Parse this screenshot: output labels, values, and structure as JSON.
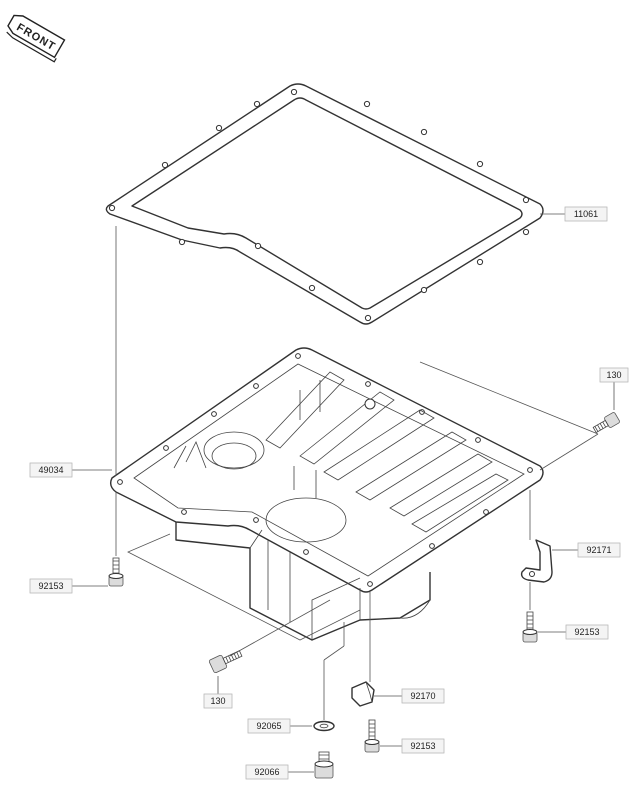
{
  "front_badge": "FRONT",
  "callouts": {
    "gasket": "11061",
    "oil_pan": "49034",
    "bolt_left": "92153",
    "bolt_130_right": "130",
    "bracket": "92171",
    "bolt_right": "92153",
    "bolt_130_bottom": "130",
    "clamp": "92170",
    "washer": "92065",
    "bolt_lower": "92153",
    "drain_plug": "92066"
  },
  "colors": {
    "line": "#333333",
    "label_box": "#f4f4f4"
  }
}
